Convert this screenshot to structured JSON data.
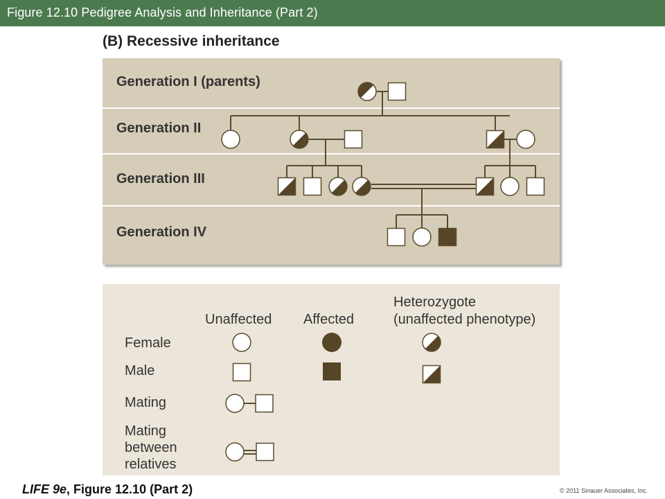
{
  "header": {
    "title": "Figure 12.10 Pedigree Analysis and Inheritance (Part 2)"
  },
  "figure": {
    "subtitle": "(B)  Recessive inheritance",
    "generations": [
      "Generation I (parents)",
      "Generation II",
      "Generation III",
      "Generation IV"
    ]
  },
  "legend": {
    "col_unaffected": "Unaffected",
    "col_affected": "Affected",
    "col_heterozygote_line1": "Heterozygote",
    "col_heterozygote_line2": "(unaffected phenotype)",
    "row_female": "Female",
    "row_male": "Male",
    "row_mating": "Mating",
    "row_relatives_line1": "Mating",
    "row_relatives_line2": "between",
    "row_relatives_line3": "relatives"
  },
  "footer": {
    "book": "LIFE 9e",
    "figure_ref": ", Figure 12.10 (Part 2)",
    "copyright": "© 2011 Sinauer Associates, Inc."
  },
  "colors": {
    "header_bg": "#4c7a4f",
    "panel_bg": "#d6cdb8",
    "legend_bg": "#ece6da",
    "affected_fill": "#574527",
    "line": "#5a4a2e"
  }
}
